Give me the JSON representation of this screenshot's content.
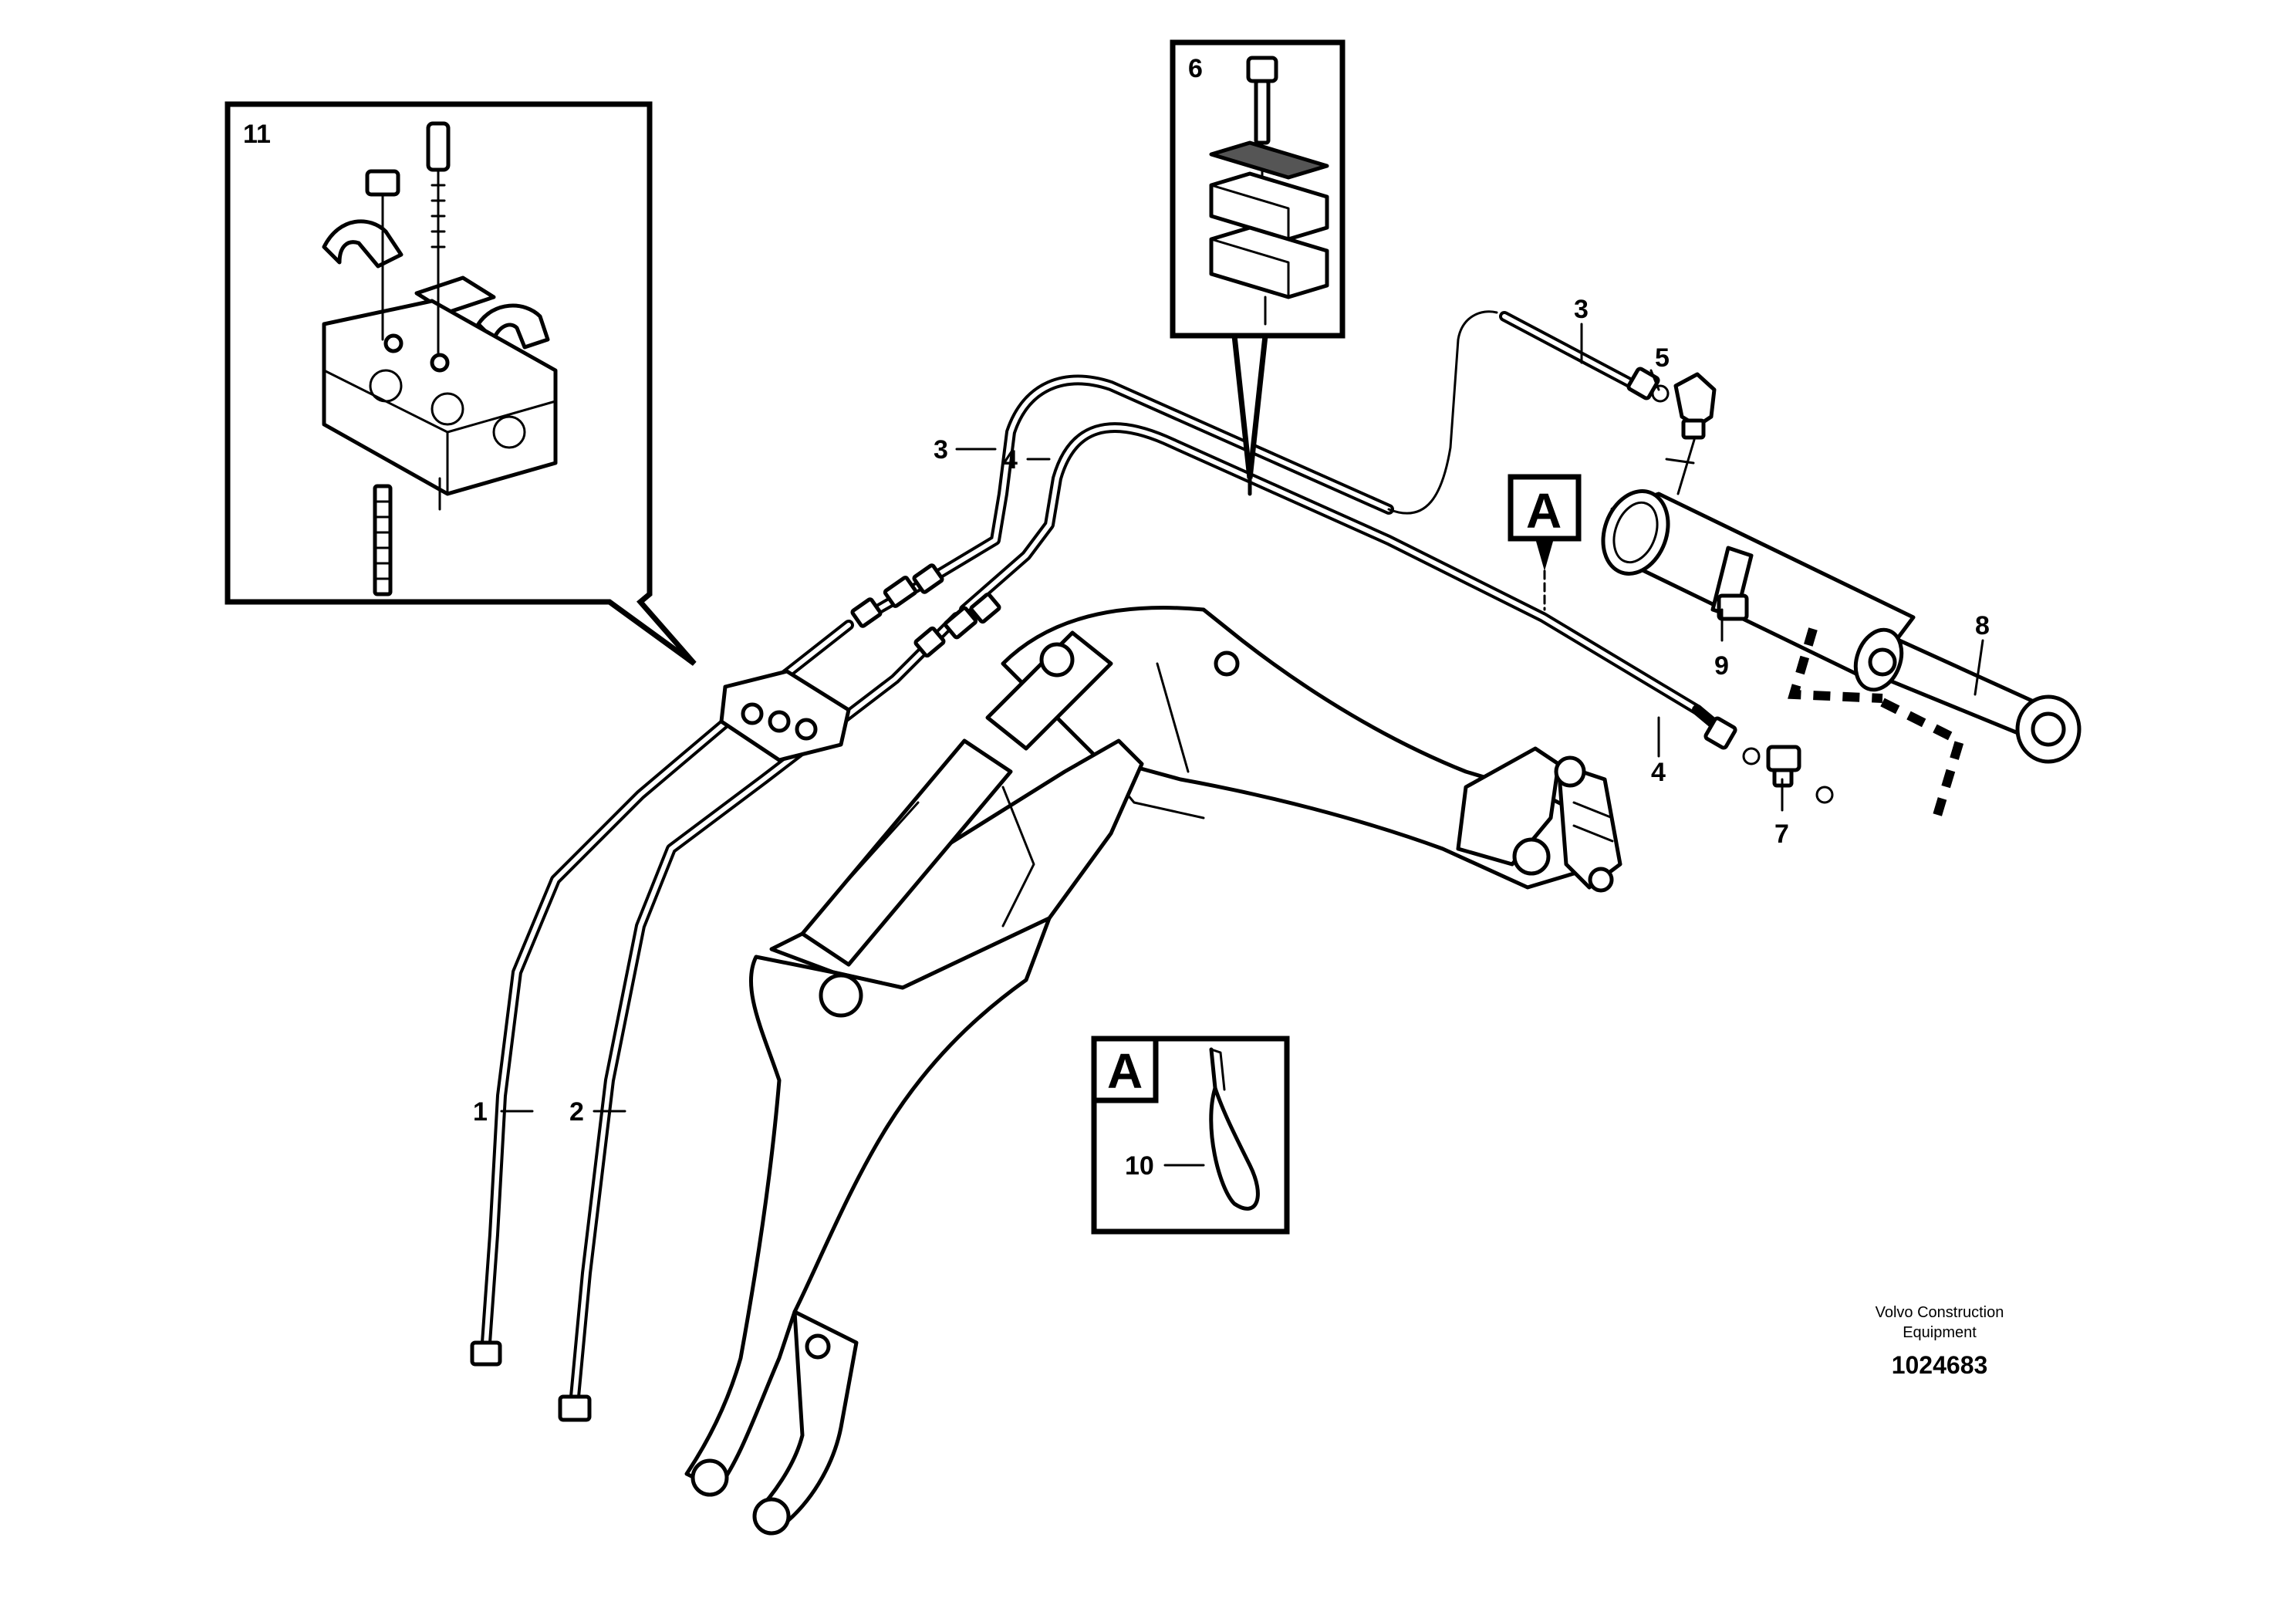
{
  "callouts": {
    "c1": "1",
    "c2": "2",
    "c3_left": "3",
    "c4_left": "4",
    "c3_right": "3",
    "c4_right": "4",
    "c5": "5",
    "c6": "6",
    "c7": "7",
    "c8": "8",
    "c9": "9",
    "c10": "10",
    "c11": "11"
  },
  "view_labels": {
    "view_a_pointer": "A",
    "view_a_detail": "A"
  },
  "brand": {
    "line1": "Volvo Construction",
    "line2": "Equipment",
    "drawing_number": "1024683"
  }
}
